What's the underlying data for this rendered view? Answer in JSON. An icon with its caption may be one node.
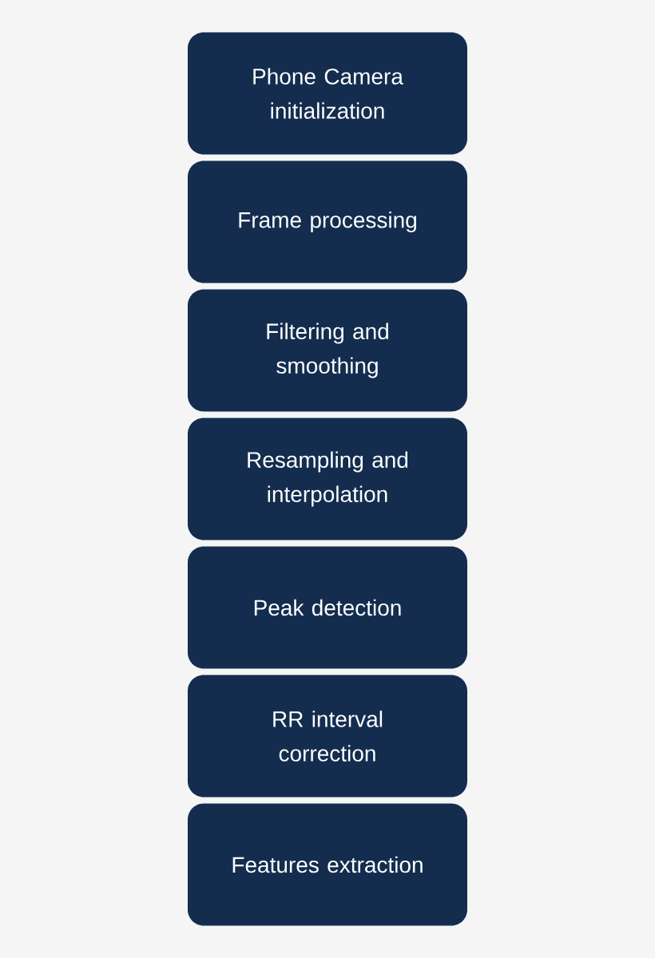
{
  "diagram": {
    "nodes": [
      {
        "text": [
          "Phone Camera initialization"
        ]
      },
      {
        "text": [
          "Frame processing"
        ]
      },
      {
        "text": [
          "Filtering and smoothing"
        ]
      },
      {
        "text": [
          "Resampling and interpolation"
        ]
      },
      {
        "text": [
          "Peak detection"
        ]
      },
      {
        "text": [
          "RR interval correction"
        ]
      },
      {
        "text": [
          "Features extraction"
        ]
      }
    ]
  }
}
